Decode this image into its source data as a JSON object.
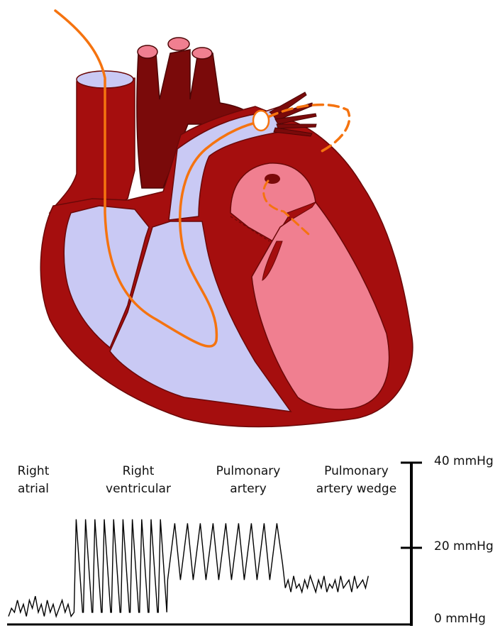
{
  "regions": [
    {
      "label": "Right\natrial"
    },
    {
      "label": "Right\nventricular"
    },
    {
      "label": "Pulmonary\nartery"
    },
    {
      "label": "Pulmonary\nartery wedge"
    }
  ],
  "scale": {
    "top": "40 mmHg",
    "mid": "20 mmHg",
    "bottom": "0 mmHg"
  },
  "colors": {
    "muscle": "#a50e0e",
    "muscle_dark": "#7a0a0a",
    "right_chamber": "#c9c9f4",
    "left_chamber": "#f07f90",
    "vessel_top": "#f07f90",
    "catheter": "#f5730f",
    "trace": "#000000"
  },
  "chart_data": {
    "type": "line",
    "ylim": [
      0,
      40
    ],
    "ylabel_ticks": [
      "0 mmHg",
      "20 mmHg",
      "40 mmHg"
    ],
    "segments": [
      "Right atrial",
      "Right ventricular",
      "Pulmonary artery",
      "Pulmonary artery wedge"
    ]
  }
}
